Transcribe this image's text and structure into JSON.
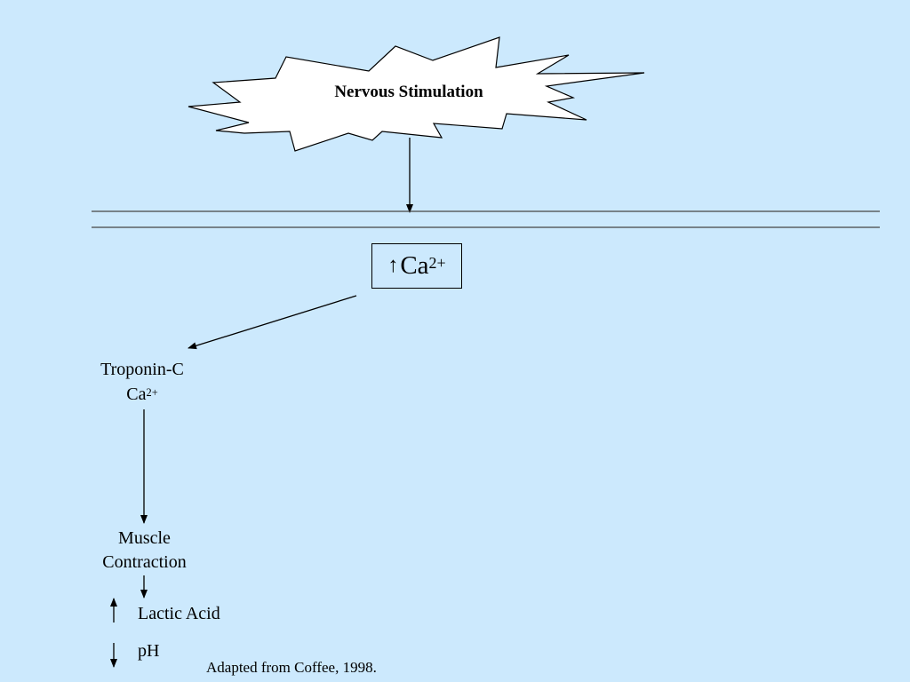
{
  "stimulus": {
    "label": "Nervous Stimulation"
  },
  "calcium": {
    "arrow": "↑",
    "symbol": "Ca",
    "charge": "2+"
  },
  "troponin": {
    "name": "Troponin-C",
    "ion": "Ca",
    "charge": "2+"
  },
  "outcome": {
    "line1": "Muscle",
    "line2": "Contraction"
  },
  "effects": [
    {
      "direction": "increase",
      "label": "Lactic Acid"
    },
    {
      "direction": "decrease",
      "label": "pH"
    }
  ],
  "credit": "Adapted from Coffee, 1998.",
  "colors": {
    "background": "#cce9fd",
    "starburst_fill": "#ffffff",
    "stroke": "#000000"
  }
}
